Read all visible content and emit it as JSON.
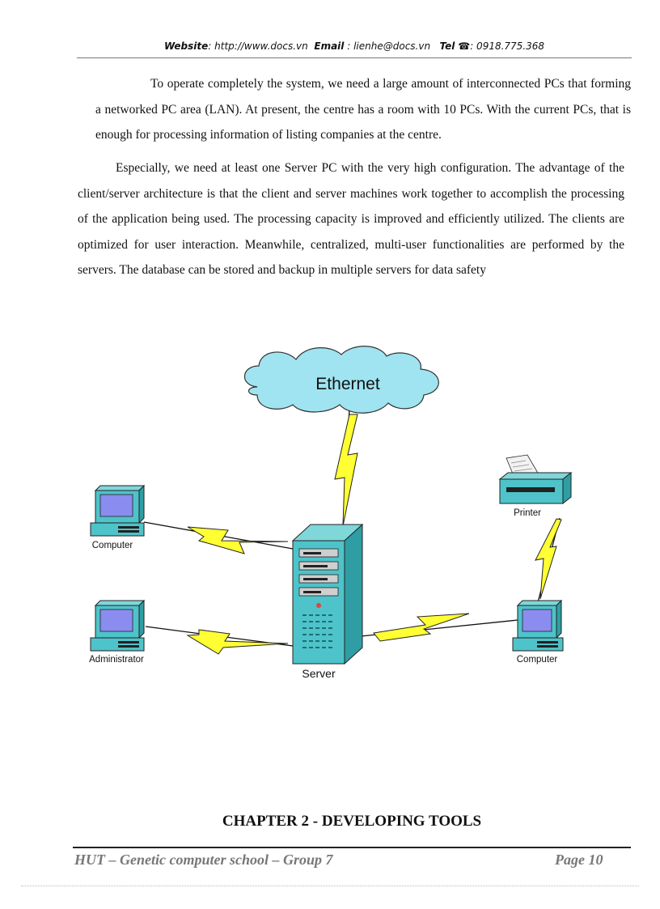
{
  "header": {
    "website_label": "Website",
    "website_value": ": http://www.docs.vn",
    "email_label": "Email",
    "email_value": ": lienhe@docs.vn",
    "tel_label": "Tel",
    "tel_icon": "phone-icon",
    "tel_value": ": 0918.775.368"
  },
  "body": {
    "paragraph1": "To operate completely the system, we need a large amount of interconnected PCs that forming a networked PC area (LAN). At present, the centre has a room with 10 PCs. With the current PCs, that is enough for processing information of listing companies at the centre.",
    "paragraph2": "Especially, we need at least one Server PC with the very high configuration. The advantage of the client/server architecture is that the client and server machines work together to accomplish the processing of the application being used. The processing capacity is improved and efficiently utilized. The clients are optimized for user interaction. Meanwhile, centralized, multi-user functionalities are performed by the servers. The database can be stored and backup in multiple servers for data safety"
  },
  "diagram": {
    "cloud_label": "Ethernet",
    "server_label": "Server",
    "computer_left_label": "Computer",
    "administrator_label": "Administrator",
    "computer_right_label": "Computer",
    "printer_label": "Printer",
    "colors": {
      "cloud": "#9fe4f0",
      "device_body": "#4ec3c9",
      "screen": "#8a8cf0",
      "lightning": "#ffff33"
    }
  },
  "chapter_title": "CHAPTER 2 - DEVELOPING TOOLS",
  "footer": {
    "left": "HUT – Genetic computer school – Group 7",
    "right": "Page 10"
  }
}
